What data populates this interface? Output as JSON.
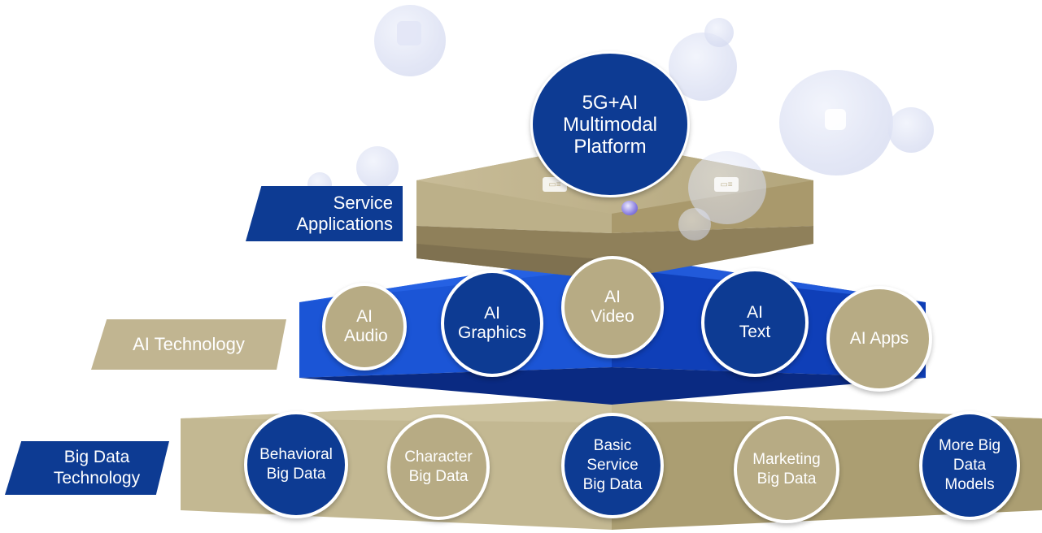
{
  "platform": {
    "title": "5G+AI Multimodal Platform"
  },
  "tiers": {
    "service": {
      "label": "Service Applications"
    },
    "ai": {
      "label": "AI Technology",
      "items": [
        {
          "label": "AI Audio",
          "style": "tan"
        },
        {
          "label": "AI Graphics",
          "style": "navy"
        },
        {
          "label": "AI Video",
          "style": "tan"
        },
        {
          "label": "AI Text",
          "style": "navy"
        },
        {
          "label": "AI Apps",
          "style": "tan"
        }
      ]
    },
    "bigdata": {
      "label": "Big Data Technology",
      "items": [
        {
          "label": "Behavioral Big Data",
          "style": "navy"
        },
        {
          "label": "Character Big Data",
          "style": "tan"
        },
        {
          "label": "Basic Service Big Data",
          "style": "navy"
        },
        {
          "label": "Marketing Big Data",
          "style": "tan"
        },
        {
          "label": "More Big Data Models",
          "style": "navy"
        }
      ]
    }
  },
  "colors": {
    "navy": "#0d3b93",
    "tan": "#b7ab84",
    "blue_block": "#1646c4",
    "gold_block": "#b9ad86"
  },
  "icons": [
    "id-card-icon",
    "id-card-icon",
    "checklist-icon",
    "pipette-icon"
  ]
}
